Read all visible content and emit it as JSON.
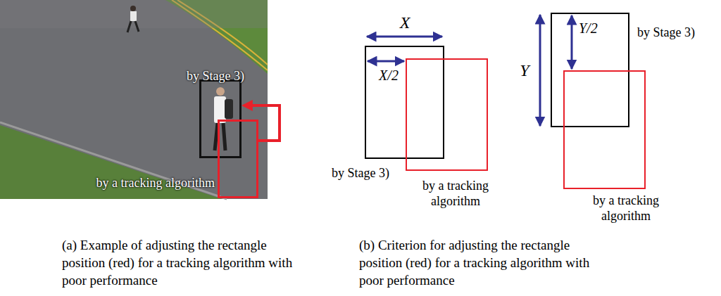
{
  "diagram": {
    "nodes": [
      {
        "text": [
          "by Stage 3)"
        ]
      },
      {
        "text": [
          "by a tracking algorithm"
        ]
      },
      {
        "text": [
          "by Stage 3)"
        ]
      },
      {
        "text": [
          "by a tracking algorithm"
        ]
      },
      {
        "text": [
          "by Stage 3)"
        ]
      },
      {
        "text": [
          "by a tracking algorithm"
        ]
      }
    ],
    "edges": [
      {
        "from": 1,
        "to": 0,
        "arrow": "to"
      }
    ],
    "labels": [
      "X",
      "X/2",
      "Y",
      "Y/2",
      "(a) Example of adjusting the rectangle position (red) for a tracking algorithm with poor performance",
      "(b) Criterion for adjusting the rectangle position (red) for a tracking algorithm with poor performance"
    ]
  }
}
